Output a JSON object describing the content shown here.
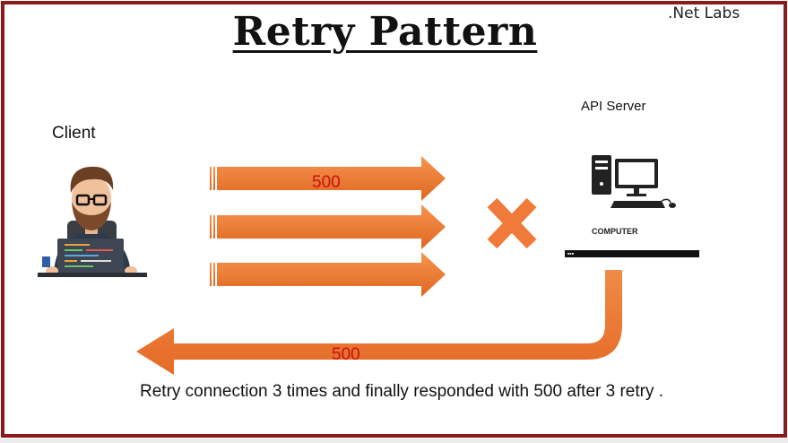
{
  "title": "Retry Pattern",
  "brand": ".Net Labs",
  "client": {
    "label": "Client",
    "icon": "developer-avatar-icon"
  },
  "server": {
    "label": "API Server",
    "device_label": "COMPUTER",
    "icon": "desktop-computer-icon"
  },
  "requests": [
    {
      "code": "500"
    },
    {
      "code": ""
    },
    {
      "code": ""
    }
  ],
  "failure": {
    "icon": "x-mark-icon"
  },
  "response": {
    "code": "500"
  },
  "caption": "Retry connection 3 times and finally responded with 500 after 3 retry .",
  "colors": {
    "arrow": "#ee7a2e",
    "arrow_dark": "#d4601a",
    "cross": "#f07a3a",
    "code": "#cc1111",
    "frame": "#8b1a1a"
  }
}
